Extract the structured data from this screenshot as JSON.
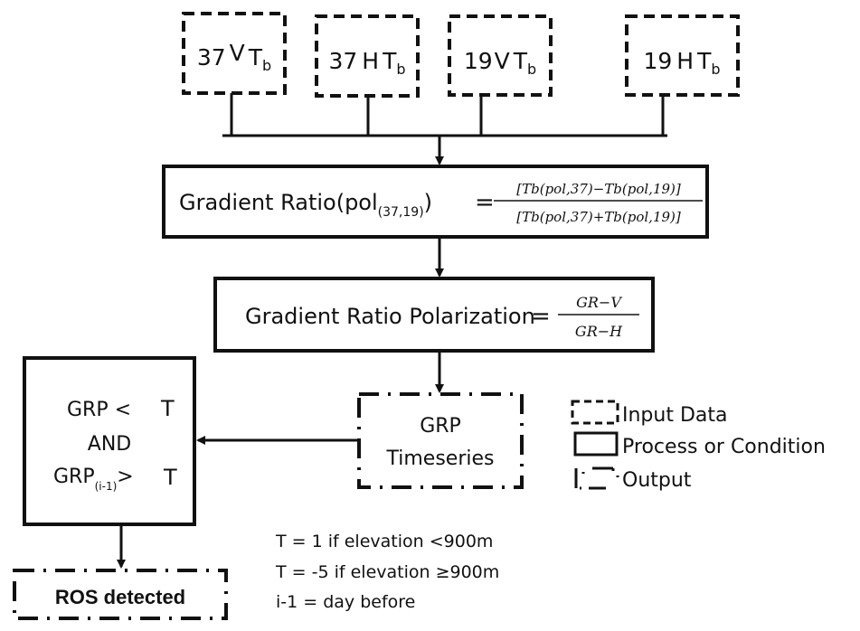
{
  "inputs": [
    {
      "freq": "37",
      "pol": "V",
      "var": "T",
      "sub": "b"
    },
    {
      "freq": "37",
      "pol": "H",
      "var": "T",
      "sub": "b"
    },
    {
      "freq": "19",
      "pol": "V",
      "var": "T",
      "sub": "b"
    },
    {
      "freq": "19",
      "pol": "H",
      "var": "T",
      "sub": "b"
    }
  ],
  "gradient_ratio": {
    "label": "Gradient Ratio(pol",
    "subscript": "(37,19)",
    "close": ")",
    "equals": "=",
    "numerator": "[Tb(pol,37)−Tb(pol,19)]",
    "denominator": "[Tb(pol,37)+Tb(pol,19)]"
  },
  "grp": {
    "label": "Gradient Ratio Polarization",
    "equals": "=",
    "numerator": "GR−V",
    "denominator": "GR−H"
  },
  "timeseries": {
    "line1": "GRP",
    "line2": "Timeseries"
  },
  "condition": {
    "line1_left": "GRP <",
    "line1_right": "T",
    "line2": "AND",
    "line3_left": "GRP",
    "line3_sub": "(i-1)",
    "line3_op": ">",
    "line3_right": "T"
  },
  "output": {
    "label": "ROS detected"
  },
  "legend": [
    {
      "style": "dashed",
      "label": "Input Data"
    },
    {
      "style": "solid",
      "label": "Process or Condition"
    },
    {
      "style": "dashdot",
      "label": "Output"
    }
  ],
  "notes": [
    "T = 1 if elevation <900m",
    "T = -5 if elevation ≥900m",
    "i-1 = day before"
  ]
}
